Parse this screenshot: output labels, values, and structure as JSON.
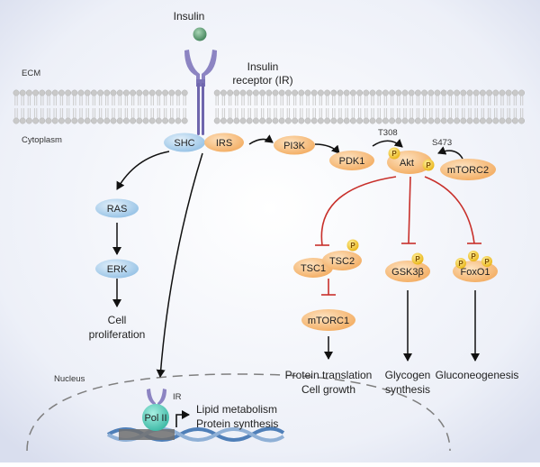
{
  "labels": {
    "insulin": "Insulin",
    "receptor_line1": "Insulin",
    "receptor_line2": "receptor (IR)",
    "ecm": "ECM",
    "cytoplasm": "Cytoplasm",
    "nucleus": "Nucleus",
    "t308": "T308",
    "s473": "S473",
    "cell_prolif_1": "Cell",
    "cell_prolif_2": "proliferation",
    "protein_trans_1": "Protein translation",
    "protein_trans_2": "Cell growth",
    "glycogen_1": "Glycogen",
    "glycogen_2": "synthesis",
    "gluconeo": "Gluconeogenesis",
    "ir_nuc": "IR",
    "lipid": "Lipid metabolism",
    "protein_syn": "Protein synthesis",
    "phospho": "P"
  },
  "nodes": {
    "shc": "SHC",
    "irs": "IRS",
    "pi3k": "PI3K",
    "pdk1": "PDK1",
    "akt": "Akt",
    "mtorc2": "mTORC2",
    "ras": "RAS",
    "erk": "ERK",
    "tsc1": "TSC1",
    "tsc2": "TSC2",
    "gsk3b": "GSK3β",
    "foxo1": "FoxO1",
    "mtorc1": "mTORC1",
    "pol2": "Pol II"
  },
  "colors": {
    "blue_node": "#bcd9ef",
    "orange_node": "#f7c18a",
    "phospho": "#f3c51b",
    "inhibit": "#c8302b",
    "receptor": "#8c84c2",
    "insulin": "#5f9f73",
    "membrane": "#c7c7c7"
  }
}
